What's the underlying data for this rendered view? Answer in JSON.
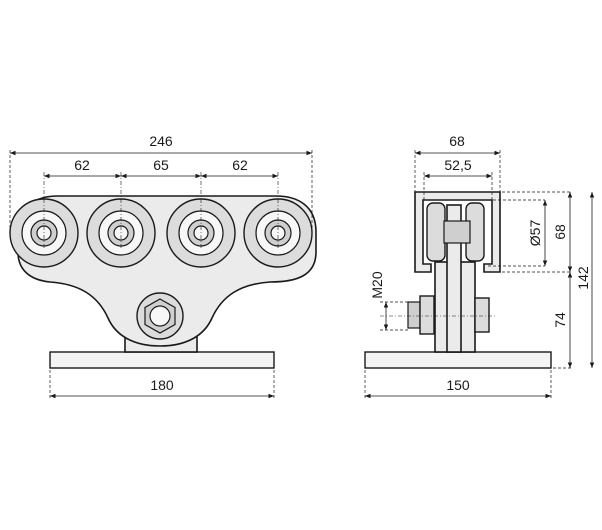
{
  "front_view": {
    "dimensions": {
      "overall_width": "246",
      "wheel_pitch_left": "62",
      "wheel_pitch_middle": "65",
      "wheel_pitch_right": "62",
      "base_width": "180"
    }
  },
  "side_view": {
    "dimensions": {
      "profile_width": "68",
      "profile_inner_width": "52,5",
      "wheel_diameter": "Ø57",
      "profile_height": "68",
      "total_height": "142",
      "axis_height": "74",
      "bolt_thread": "M20",
      "base_width": "150"
    }
  }
}
